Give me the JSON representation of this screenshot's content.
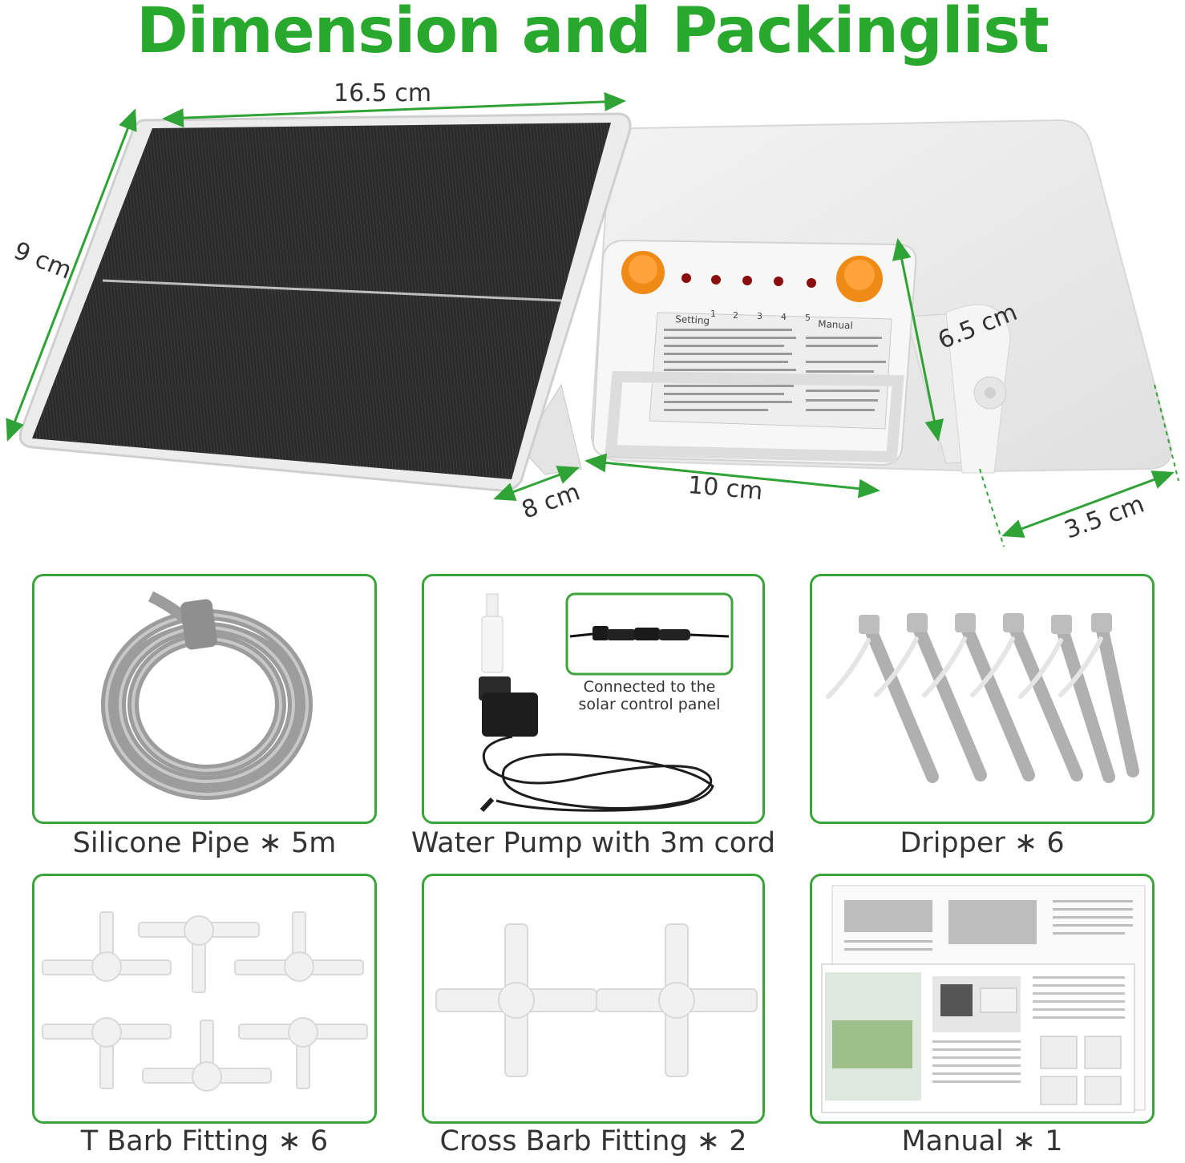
{
  "title": "Dimension and Packinglist",
  "dimensions": {
    "panel_width": "16.5 cm",
    "panel_height": "9 cm",
    "stand_depth": "8 cm",
    "controller_width": "10 cm",
    "controller_height": "6.5 cm",
    "controller_depth": "3.5 cm"
  },
  "controller_panel": {
    "setting_label": "Setting",
    "manual_label": "Manual",
    "indicator_numbers": [
      "1",
      "2",
      "3",
      "4",
      "5"
    ]
  },
  "packing_list": [
    {
      "caption": "Silicone Pipe ∗ 5m"
    },
    {
      "caption": "Water Pump with 3m cord",
      "note": "Connected to the solar control panel",
      "note_line1": "Connected to the",
      "note_line2": "solar control panel"
    },
    {
      "caption": "Dripper ∗ 6"
    },
    {
      "caption": "T Barb Fitting ∗ 6"
    },
    {
      "caption": "Cross Barb Fitting ∗ 2"
    },
    {
      "caption": "Manual ∗ 1"
    }
  ],
  "colors": {
    "accent_green": "#29a82e",
    "card_border": "#3aa43a",
    "indicator_orange": "#f08a16"
  }
}
